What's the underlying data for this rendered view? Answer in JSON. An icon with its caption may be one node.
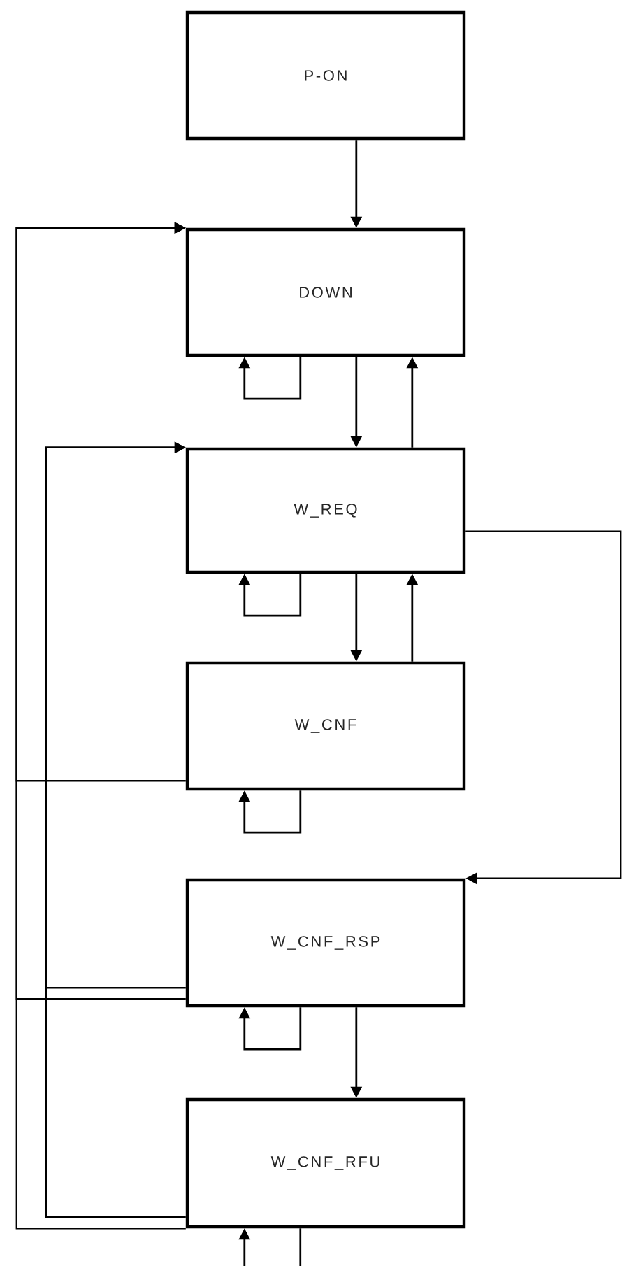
{
  "diagram": {
    "nodes": [
      {
        "text": [
          "P-ON"
        ]
      },
      {
        "text": [
          "DOWN"
        ]
      },
      {
        "text": [
          "W_REQ"
        ]
      },
      {
        "text": [
          "W_CNF"
        ]
      },
      {
        "text": [
          "W_CNF_RSP"
        ]
      },
      {
        "text": [
          "W_CNF_RFU"
        ]
      }
    ],
    "edges": [
      {
        "from": 0,
        "to": 1,
        "arrow": "to"
      },
      {
        "from": 1,
        "to": 1,
        "arrow": "to"
      },
      {
        "from": 1,
        "to": 2,
        "arrow": "to"
      },
      {
        "from": 2,
        "to": 1,
        "arrow": "to"
      },
      {
        "from": 2,
        "to": 2,
        "arrow": "to"
      },
      {
        "from": 2,
        "to": 3,
        "arrow": "to"
      },
      {
        "from": 3,
        "to": 2,
        "arrow": "to"
      },
      {
        "from": 2,
        "to": 4,
        "arrow": "to"
      },
      {
        "from": 3,
        "to": 3,
        "arrow": "to"
      },
      {
        "from": 3,
        "to": 1,
        "arrow": "to"
      },
      {
        "from": 4,
        "to": 4,
        "arrow": "to"
      },
      {
        "from": 4,
        "to": 5,
        "arrow": "to"
      },
      {
        "from": 4,
        "to": 1,
        "arrow": "to"
      },
      {
        "from": 4,
        "to": 2,
        "arrow": "to"
      },
      {
        "from": 5,
        "to": 5,
        "arrow": "to"
      },
      {
        "from": 5,
        "to": 1,
        "arrow": "to"
      },
      {
        "from": 5,
        "to": 2,
        "arrow": "to"
      }
    ]
  }
}
